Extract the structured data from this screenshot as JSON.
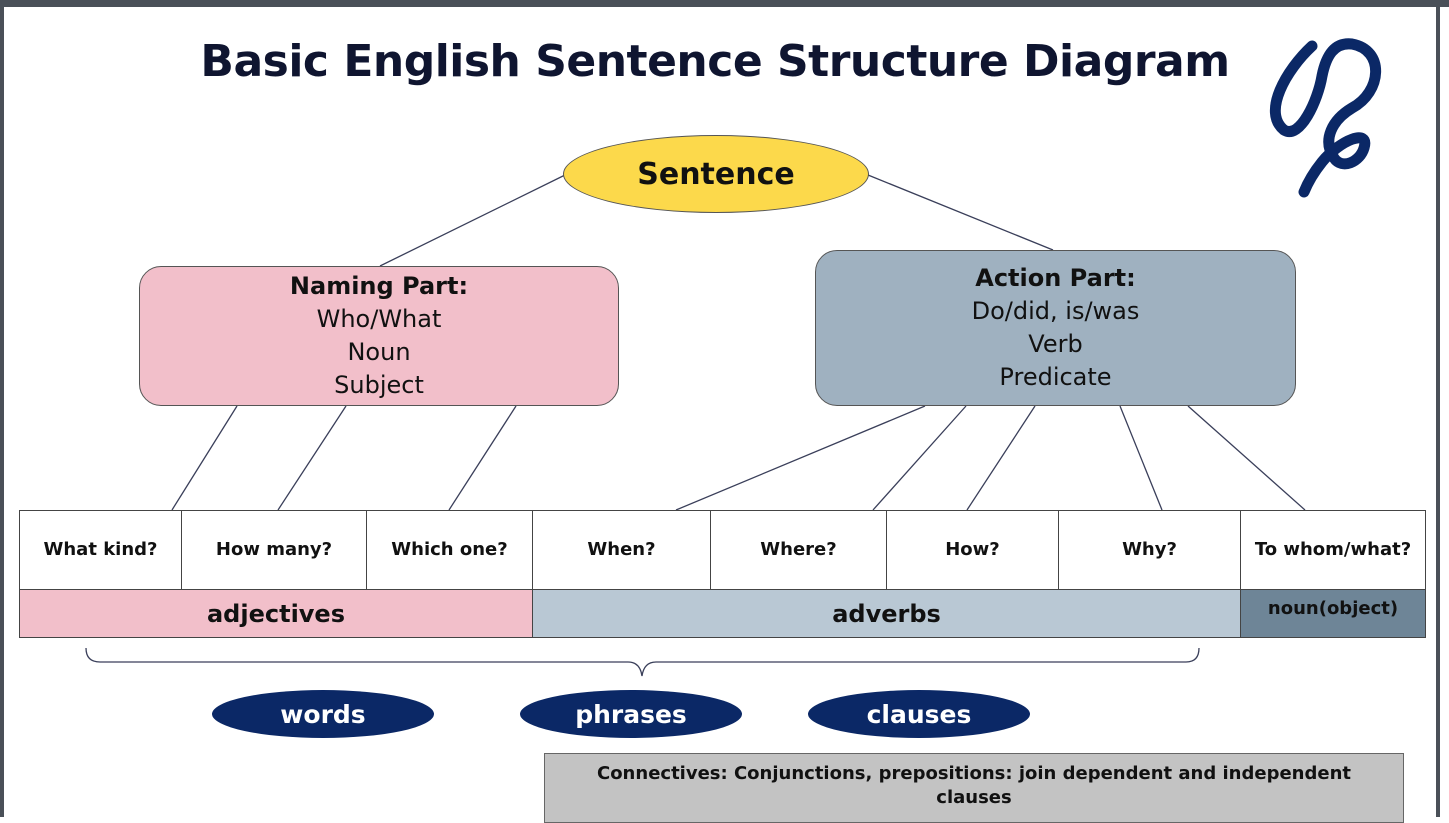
{
  "title": "Basic English Sentence Structure Diagram",
  "root": {
    "label": "Sentence",
    "color": "#fcd94b"
  },
  "naming_part": {
    "heading": "Naming Part:",
    "lines": [
      "Who/What",
      "Noun",
      "Subject"
    ],
    "color": "#f2bfca"
  },
  "action_part": {
    "heading": "Action Part:",
    "lines": [
      "Do/did, is/was",
      "Verb",
      "Predicate"
    ],
    "color": "#9fb1c0"
  },
  "questions": [
    "What kind?",
    "How many?",
    "Which one?",
    "When?",
    "Where?",
    "How?",
    "Why?",
    "To whom/what?"
  ],
  "categories": [
    {
      "label": "adjectives",
      "color": "#f2bfca"
    },
    {
      "label": "adverbs",
      "color": "#b9c8d4"
    },
    {
      "label": "noun(object)",
      "color": "#6e8597"
    }
  ],
  "units": [
    "words",
    "phrases",
    "clauses"
  ],
  "units_color": "#0b2866",
  "connectives": "Connectives: Conjunctions, prepositions: join dependent and independent clauses"
}
